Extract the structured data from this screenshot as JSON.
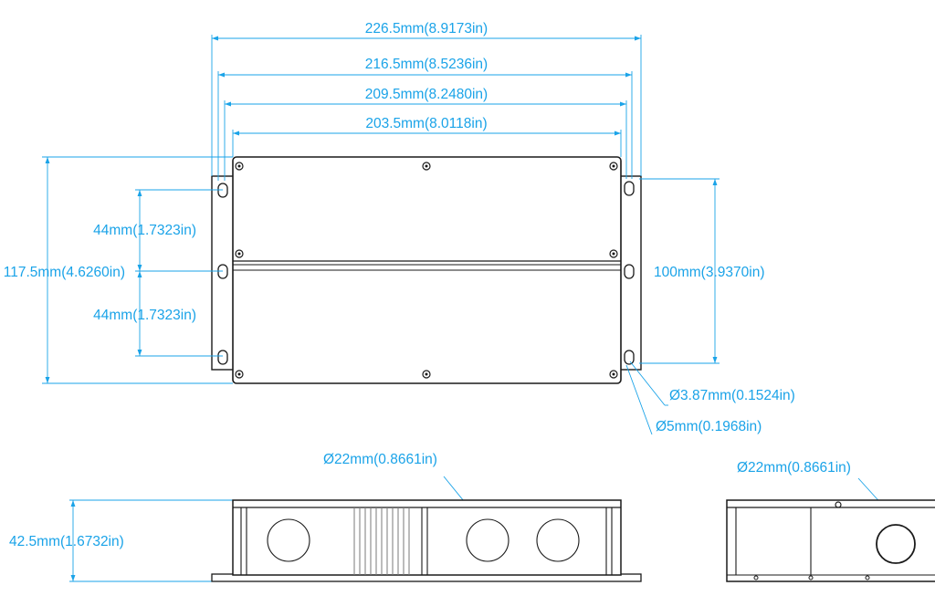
{
  "colors": {
    "dimension": "#1aa3e8",
    "outline": "#1a1a1a",
    "background": "#ffffff"
  },
  "dimensions": {
    "overall_width": "226.5mm(8.9173in)",
    "flange_width": "216.5mm(8.5236in)",
    "hole_spacing": "209.5mm(8.2480in)",
    "body_width": "203.5mm(8.0118in)",
    "overall_height": "117.5mm(4.6260in)",
    "upper_pitch": "44mm(1.7323in)",
    "lower_pitch": "44mm(1.7323in)",
    "body_height": "100mm(3.9370in)",
    "slot_small": "Ø3.87mm(0.1524in)",
    "slot_large": "Ø5mm(0.1968in)",
    "knockout_front": "Ø22mm(0.8661in)",
    "side_height": "42.5mm(1.6732in)",
    "knockout_side": "Ø22mm(0.8661in)"
  }
}
